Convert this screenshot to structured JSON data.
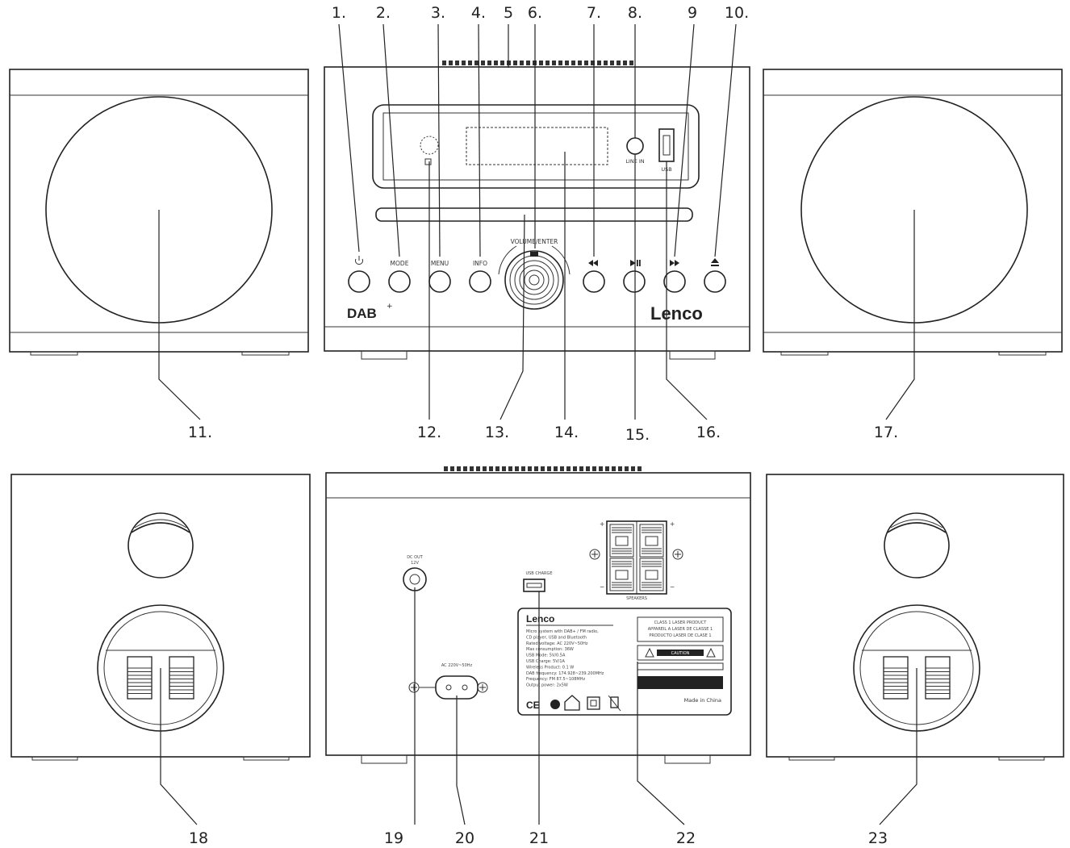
{
  "callouts_top": [
    "1.",
    "2.",
    "3.",
    "4.",
    "5",
    "6.",
    "7.",
    "8.",
    "9",
    "10."
  ],
  "callouts_mid": [
    "11.",
    "12.",
    "13.",
    "14.",
    "15.",
    "16.",
    "17."
  ],
  "callouts_bottom": [
    "18",
    "19",
    "20",
    "21",
    "22",
    "23"
  ],
  "front": {
    "button_labels": [
      "MODE",
      "MENU",
      "INFO"
    ],
    "volume_label": "VOLUME/ENTER",
    "line_in_label": "LINE IN",
    "usb_label": "USB",
    "dab_logo": "DAB",
    "brand_logo": "Lenco",
    "icons": [
      "power-icon",
      "prev-track-icon",
      "play-pause-icon",
      "next-track-icon",
      "eject-icon"
    ]
  },
  "rear": {
    "dc_label_1": "DC OUT",
    "dc_label_2": "12V",
    "usb_charge_label": "USB CHARGE",
    "speakers_label": "SPEAKERS",
    "ac_label": "AC 220V~50Hz",
    "rating_brand": "Lenco",
    "rating_lines": [
      "Micro system with DAB+ / FM radio,",
      "CD player, USB and Bluetooth",
      "Rated voltage: AC 220V~50Hz",
      "Max consumption: 36W",
      "USB Mode: 5V/0.5A",
      "USB Charge: 5V/1A",
      "Wireless Product: 0.1 W",
      "DAB frequency: 174.928~239.200MHz",
      "Frequency: FM 87.5~108MHz",
      "Output power: 2x5W"
    ],
    "laser_lines": [
      "CLASS 1 LASER PRODUCT",
      "APPAREIL A LASER DE CLASSE 1",
      "PRODUCTO LASER DE CLASE 1"
    ],
    "caution_label": "CAUTION",
    "made_in": "Made in China",
    "cert_marks": [
      "CE"
    ]
  }
}
